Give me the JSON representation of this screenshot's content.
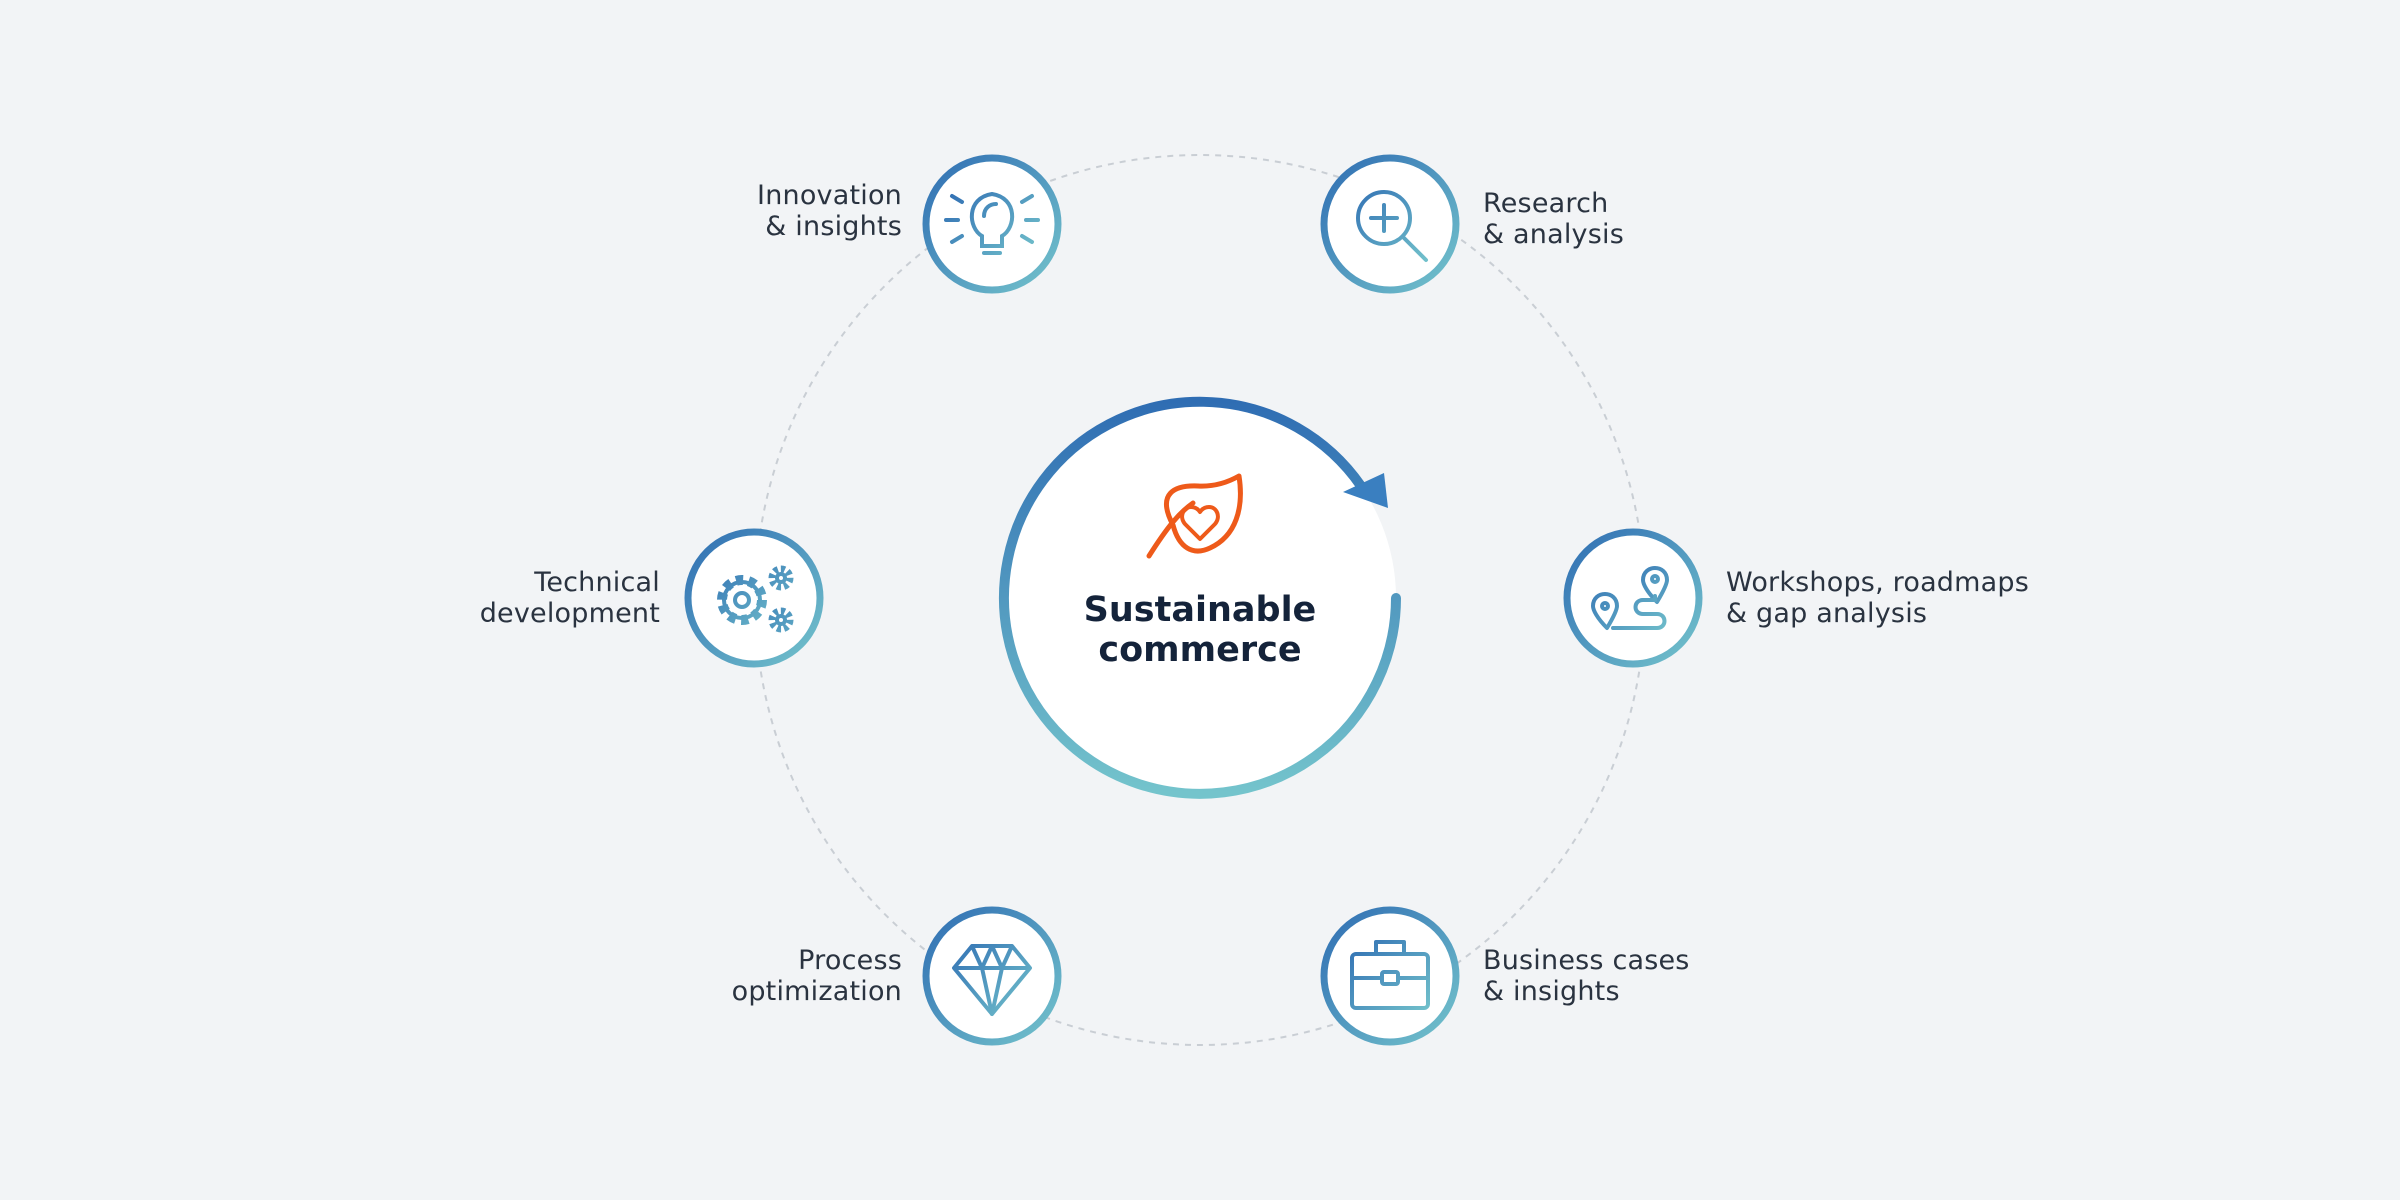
{
  "center": {
    "title_line1": "Sustainable",
    "title_line2": "commerce",
    "icon": "leaf-heart-icon",
    "icon_color": "#ee5a1a"
  },
  "colors": {
    "background": "#f2f4f6",
    "ring_dark": "#2f6db3",
    "ring_light": "#74c4cc",
    "text": "#2a3340",
    "center_text": "#14233a"
  },
  "nodes": [
    {
      "id": "innovation",
      "line1": "Innovation",
      "line2": "& insights",
      "icon": "lightbulb-icon"
    },
    {
      "id": "research",
      "line1": "Research",
      "line2": "& analysis",
      "icon": "magnifier-plus-icon"
    },
    {
      "id": "workshops",
      "line1": "Workshops, roadmaps",
      "line2": "& gap analysis",
      "icon": "route-pin-icon"
    },
    {
      "id": "business",
      "line1": "Business cases",
      "line2": "& insights",
      "icon": "briefcase-icon"
    },
    {
      "id": "process",
      "line1": "Process",
      "line2": "optimization",
      "icon": "diamond-icon"
    },
    {
      "id": "technical",
      "line1": "Technical",
      "line2": "development",
      "icon": "gears-icon"
    }
  ]
}
